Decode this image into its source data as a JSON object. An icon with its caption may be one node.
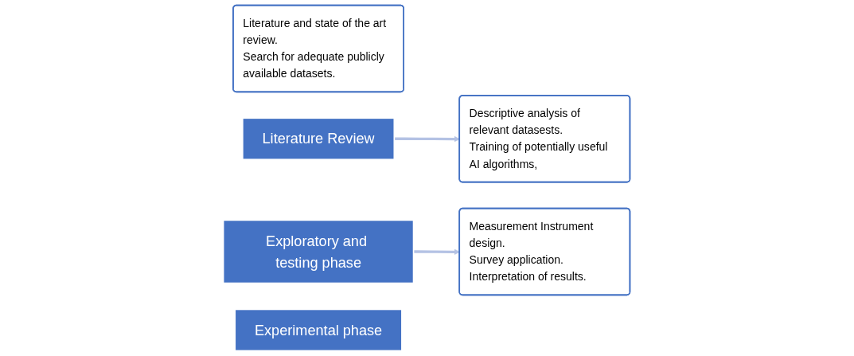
{
  "diagram": {
    "nodes": [
      {
        "text": [
          "Literature and state of the art review.",
          "Search for adequate publicly available datasets."
        ]
      },
      {
        "text": [
          "Literature Review"
        ]
      },
      {
        "text": [
          "Exploratory and testing phase"
        ]
      },
      {
        "text": [
          "Descriptive analysis of relevant datasests.",
          "Training of potentially useful AI algorithms,"
        ]
      },
      {
        "text": [
          "Measurement Instrument design.",
          "Survey application.",
          "Interpretation of results."
        ]
      },
      {
        "text": [
          "Experimental phase"
        ]
      }
    ],
    "edges": [
      {
        "from": 1,
        "to": 3,
        "arrow": "to"
      },
      {
        "from": 2,
        "to": 4,
        "arrow": "to"
      }
    ]
  }
}
